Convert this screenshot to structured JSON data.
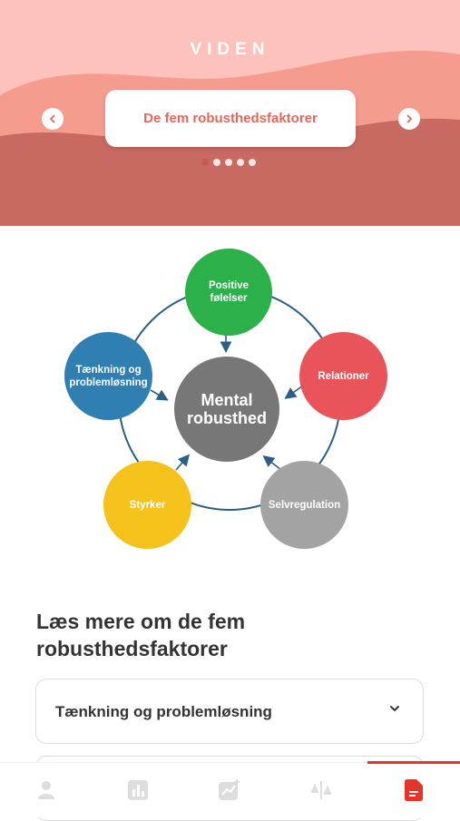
{
  "header": {
    "title": "VIDEN"
  },
  "carousel": {
    "current_title": "De fem robusthedsfaktorer",
    "page_count": 5,
    "active_index": 0
  },
  "diagram": {
    "center": "Mental robusthed",
    "nodes": [
      {
        "label": "Positive følelser",
        "color": "#2bb04a"
      },
      {
        "label": "Relationer",
        "color": "#e8545a"
      },
      {
        "label": "Selvregulation",
        "color": "#a3a3a3"
      },
      {
        "label": "Styrker",
        "color": "#f5c21b"
      },
      {
        "label": "Tænkning og problemløsning",
        "color": "#2f7fb3"
      }
    ],
    "center_color": "#777777",
    "ring_color": "#2a5f86"
  },
  "section": {
    "title": "Læs mere om de fem robusthedsfaktorer",
    "items": [
      {
        "label": "Tænkning og problemløsning"
      },
      {
        "label": ""
      }
    ]
  },
  "bottom_nav": {
    "tabs": [
      {
        "icon": "profile-icon"
      },
      {
        "icon": "stats-icon"
      },
      {
        "icon": "trend-icon"
      },
      {
        "icon": "balance-icon"
      },
      {
        "icon": "document-icon",
        "active": true
      }
    ],
    "accent_color": "#e8332b"
  }
}
